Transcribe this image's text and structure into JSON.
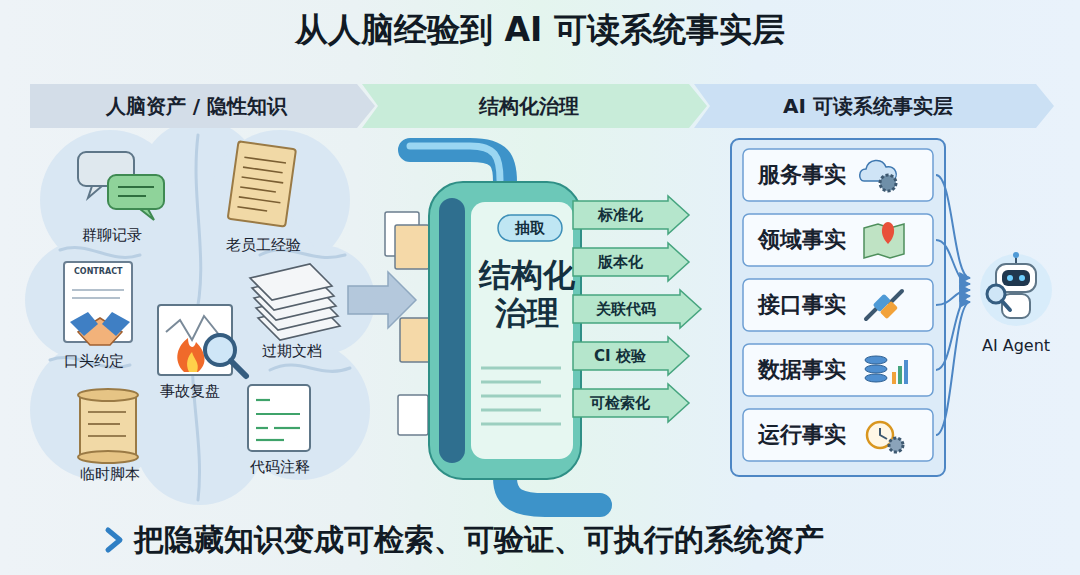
{
  "diagram": {
    "title": "从人脑经验到 AI 可读系统事实层",
    "caption": "把隐藏知识变成可检索、可验证、可执行的系统资产",
    "nodes": [
      {
        "text": [
          "人脑资产 / 隐性知识"
        ]
      },
      {
        "text": [
          "结构化治理"
        ]
      },
      {
        "text": [
          "AI 可读系统事实层"
        ]
      },
      {
        "text": [
          "结构化 治理"
        ]
      },
      {
        "text": [
          "抽取"
        ],
        "in": 3
      },
      {
        "text": [
          "标准化"
        ]
      },
      {
        "text": [
          "版本化"
        ]
      },
      {
        "text": [
          "关联代码"
        ]
      },
      {
        "text": [
          "CI 校验"
        ]
      },
      {
        "text": [
          "可检索化"
        ]
      },
      {
        "text": [
          "服务事实"
        ]
      },
      {
        "text": [
          "领域事实"
        ]
      },
      {
        "text": [
          "接口事实"
        ]
      },
      {
        "text": [
          "数据事实"
        ]
      },
      {
        "text": [
          "运行事实"
        ]
      },
      {
        "text": [
          "AI Agent"
        ]
      }
    ],
    "edges": [
      {
        "from": 10,
        "to": 15,
        "arrow": "to"
      },
      {
        "from": 11,
        "to": 15,
        "arrow": "to"
      },
      {
        "from": 12,
        "to": 15,
        "arrow": "to"
      },
      {
        "from": 13,
        "to": 15,
        "arrow": "to"
      },
      {
        "from": 14,
        "to": 15,
        "arrow": "to"
      }
    ],
    "labels": [
      "群聊记录",
      "老员工经验",
      "CONTRACT",
      "口头约定",
      "事故复盘",
      "过期文档",
      "临时脚本",
      "代码注释"
    ]
  }
}
